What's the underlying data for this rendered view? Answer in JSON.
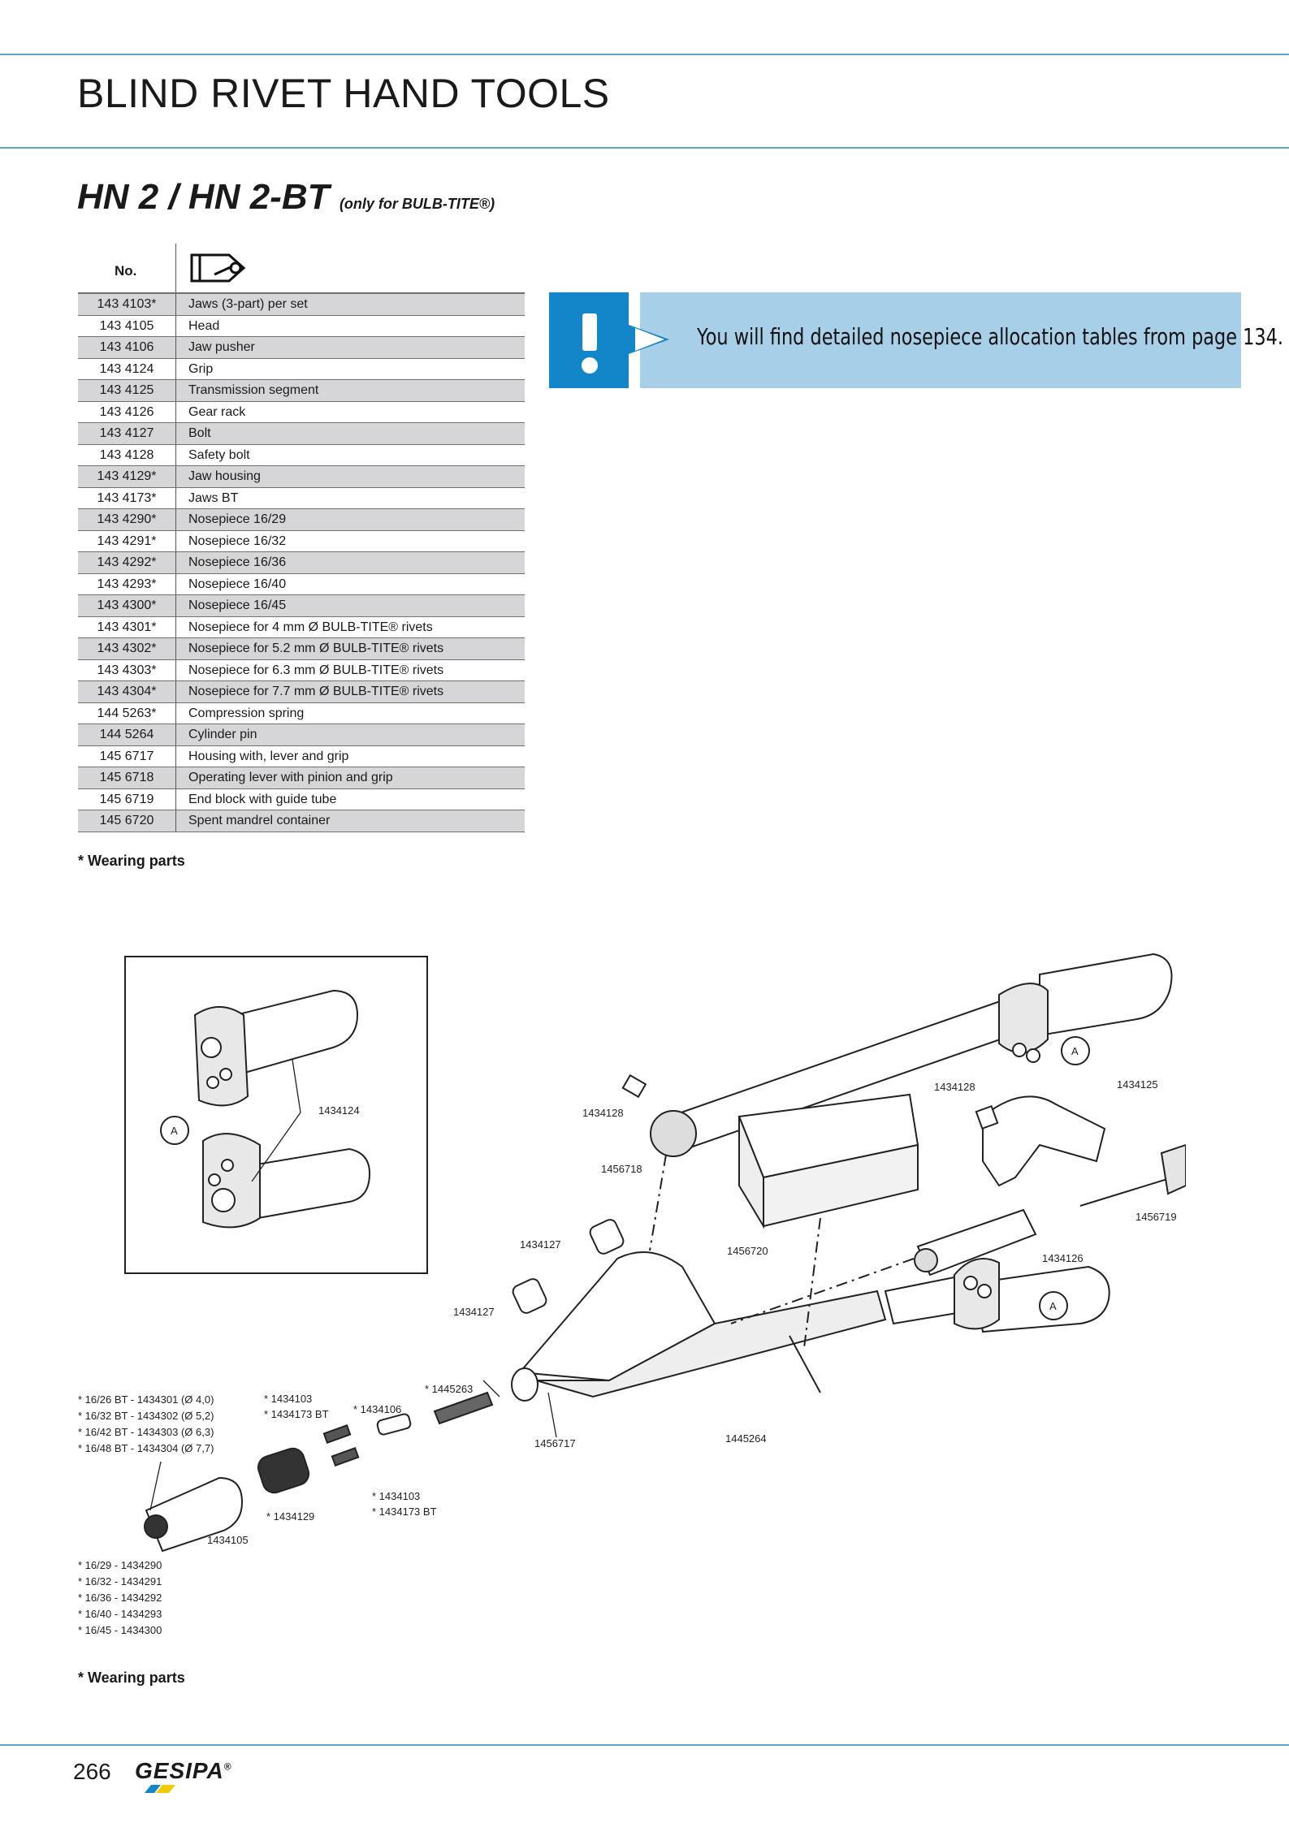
{
  "header": {
    "section_title": "BLIND RIVET HAND TOOLS"
  },
  "product": {
    "title": "HN 2 / HN 2-BT",
    "subtitle": "(only for BULB-TITE®)"
  },
  "table": {
    "col_no": "No.",
    "icon": "tag-description-icon",
    "rows": [
      {
        "no": "143 4103*",
        "desc": "Jaws (3-part) per set"
      },
      {
        "no": "143 4105",
        "desc": "Head"
      },
      {
        "no": "143 4106",
        "desc": "Jaw pusher"
      },
      {
        "no": "143 4124",
        "desc": "Grip"
      },
      {
        "no": "143 4125",
        "desc": "Transmission segment"
      },
      {
        "no": "143 4126",
        "desc": "Gear rack"
      },
      {
        "no": "143 4127",
        "desc": "Bolt"
      },
      {
        "no": "143 4128",
        "desc": "Safety bolt"
      },
      {
        "no": "143 4129*",
        "desc": "Jaw housing"
      },
      {
        "no": "143 4173*",
        "desc": "Jaws BT"
      },
      {
        "no": "143 4290*",
        "desc": "Nosepiece 16/29"
      },
      {
        "no": "143 4291*",
        "desc": "Nosepiece 16/32"
      },
      {
        "no": "143 4292*",
        "desc": "Nosepiece 16/36"
      },
      {
        "no": "143 4293*",
        "desc": "Nosepiece 16/40"
      },
      {
        "no": "143 4300*",
        "desc": "Nosepiece 16/45"
      },
      {
        "no": "143 4301*",
        "desc": "Nosepiece for 4 mm Ø BULB-TITE® rivets"
      },
      {
        "no": "143 4302*",
        "desc": "Nosepiece for 5.2 mm Ø BULB-TITE® rivets"
      },
      {
        "no": "143 4303*",
        "desc": "Nosepiece for 6.3 mm Ø BULB-TITE® rivets"
      },
      {
        "no": "143 4304*",
        "desc": "Nosepiece for 7.7 mm Ø BULB-TITE® rivets"
      },
      {
        "no": "144 5263*",
        "desc": "Compression spring"
      },
      {
        "no": "144 5264",
        "desc": "Cylinder pin"
      },
      {
        "no": "145 6717",
        "desc": "Housing with, lever and grip"
      },
      {
        "no": "145 6718",
        "desc": "Operating lever with pinion and grip"
      },
      {
        "no": "145 6719",
        "desc": "End block with guide tube"
      },
      {
        "no": "145 6720",
        "desc": "Spent mandrel container"
      }
    ]
  },
  "wearing_note_1": "* Wearing parts",
  "notice": {
    "text": "You will find detailed nosepiece allocation tables from page 134."
  },
  "drawing": {
    "labels": {
      "inset_grip": "1434124",
      "inset_a": "A",
      "pinion_bolt": "1434128",
      "lever": "1456718",
      "safety_bolt": "1434128",
      "segment": "1434125",
      "a_top": "A",
      "container": "1456720",
      "bolt_1": "1434127",
      "bolt_2": "1434127",
      "rack": "1434126",
      "end_block": "1456719",
      "spring": "* 1445263",
      "pusher": "* 1434106",
      "housing": "1456717",
      "cyl_pin": "1445264",
      "a_bottom": "A",
      "jaws_top_1": "* 1434103",
      "jaws_top_2": "* 1434173 BT",
      "jaws_bot_1": "* 1434103",
      "jaws_bot_2": "* 1434173 BT",
      "jaw_housing": "* 1434129",
      "head": "1434105"
    },
    "bt_list": [
      "* 16/26 BT - 1434301 (Ø 4,0)",
      "* 16/32 BT - 1434302 (Ø 5,2)",
      "* 16/42 BT - 1434303 (Ø 6,3)",
      "* 16/48 BT - 1434304 (Ø 7,7)"
    ],
    "std_list": [
      "* 16/29 - 1434290",
      "* 16/32 - 1434291",
      "* 16/36 - 1434292",
      "* 16/40 - 1434293",
      "* 16/45 - 1434300"
    ]
  },
  "wearing_note_2": "* Wearing parts",
  "footer": {
    "page": "266",
    "brand": "GESIPA",
    "reg": "®"
  }
}
